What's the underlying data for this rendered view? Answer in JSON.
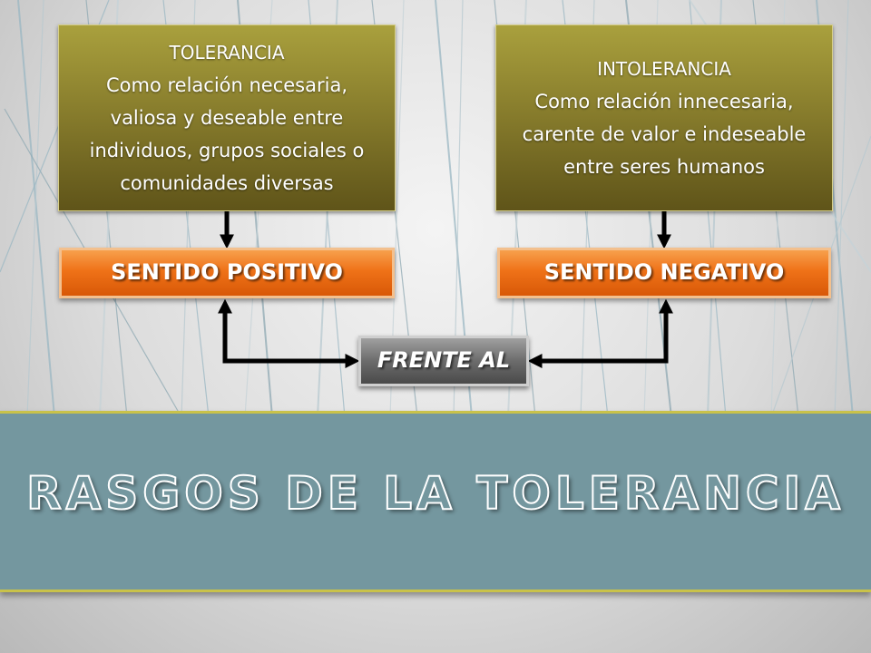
{
  "diagram": {
    "left_box": {
      "title": "TOLERANCIA",
      "description": "Como relación necesaria, valiosa y deseable entre individuos, grupos sociales o comunidades diversas"
    },
    "right_box": {
      "title": "INTOLERANCIA",
      "description": "Como relación innecesaria, carente de valor e indeseable entre seres humanos"
    },
    "left_label": "SENTIDO POSITIVO",
    "right_label": "SENTIDO NEGATIVO",
    "center_label": "FRENTE AL"
  },
  "banner": {
    "title": "RASGOS DE LA TOLERANCIA"
  },
  "colors": {
    "olive": "#857a2b",
    "orange": "#ef7218",
    "gray": "#6c6c6c",
    "banner": "#74979f",
    "banner_rule": "#c9c24a"
  }
}
